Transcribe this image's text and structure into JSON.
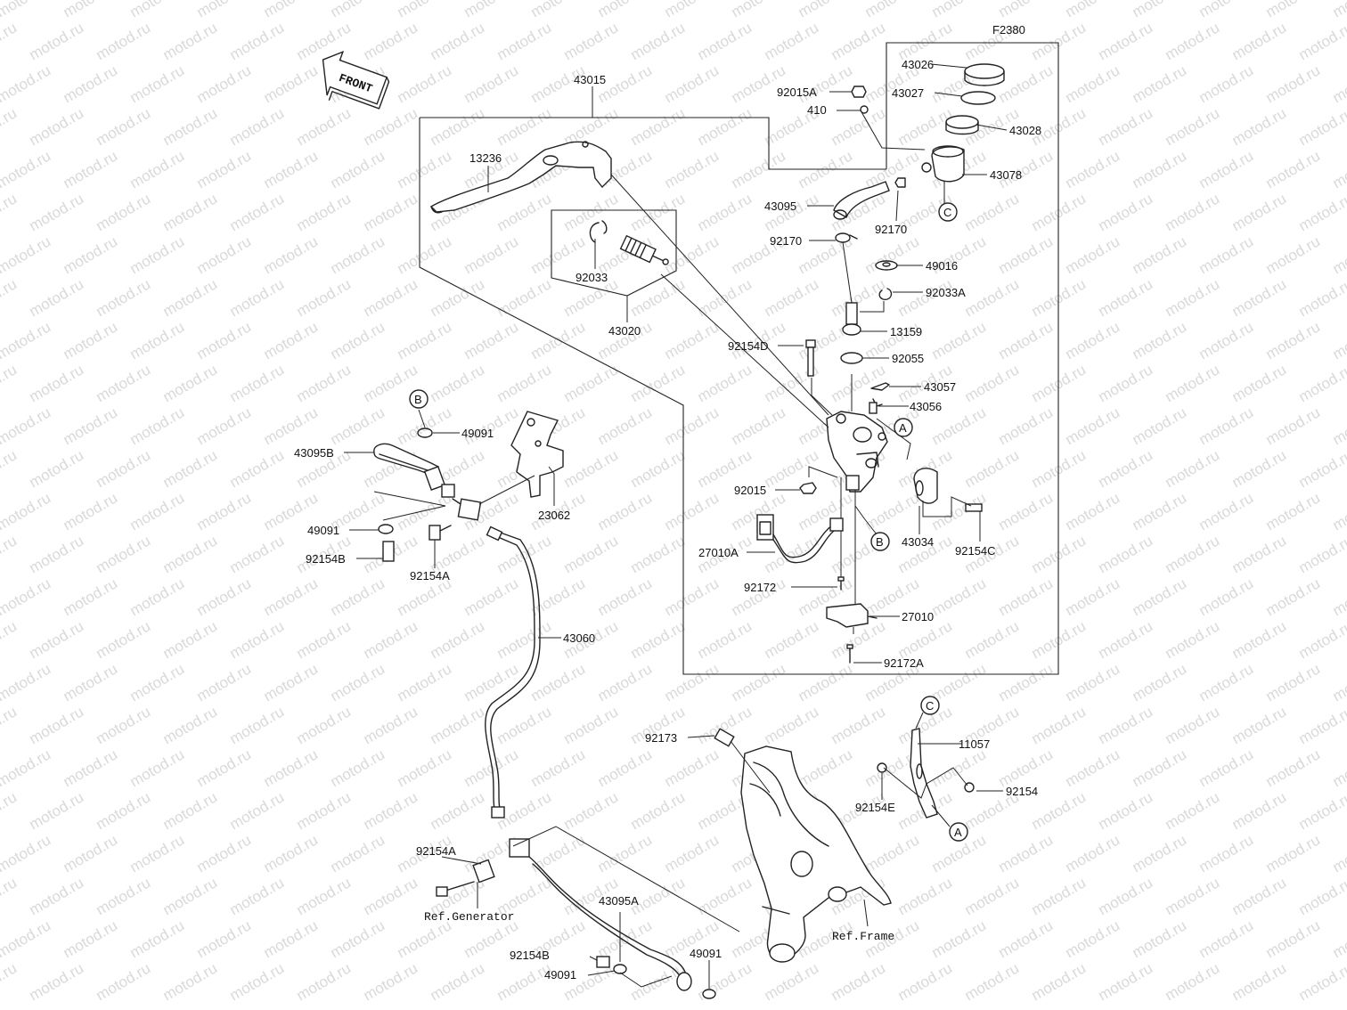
{
  "figure_code": "F2380",
  "front_arrow": "FRONT",
  "watermark": "motod.ru",
  "parts": {
    "p43015": "43015",
    "p13236": "13236",
    "p92033": "92033",
    "p43020": "43020",
    "p92015A": "92015A",
    "p410": "410",
    "p43026": "43026",
    "p43027": "43027",
    "p43028": "43028",
    "p43078": "43078",
    "p43095": "43095",
    "p92170a": "92170",
    "p92170b": "92170",
    "p49016": "49016",
    "p92033A": "92033A",
    "p13159": "13159",
    "p92154D": "92154D",
    "p92055": "92055",
    "p43057": "43057",
    "p43056": "43056",
    "p92015": "92015",
    "p43034": "43034",
    "p92154C": "92154C",
    "p27010A": "27010A",
    "p92172": "92172",
    "p27010": "27010",
    "p92172A": "92172A",
    "p49091a": "49091",
    "p43095B": "43095B",
    "p23062": "23062",
    "p49091b": "49091",
    "p92154B": "92154B",
    "p92154A": "92154A",
    "p43060": "43060",
    "p92173": "92173",
    "p11057": "11057",
    "p92154": "92154",
    "p92154E": "92154E",
    "p92154A2": "92154A",
    "p43095A": "43095A",
    "p92154B2": "92154B",
    "p49091c": "49091",
    "p49091d": "49091"
  },
  "refs": {
    "generator": "Ref.Generator",
    "frame": "Ref.Frame"
  },
  "callouts": {
    "A": "A",
    "B": "B",
    "C": "C"
  }
}
